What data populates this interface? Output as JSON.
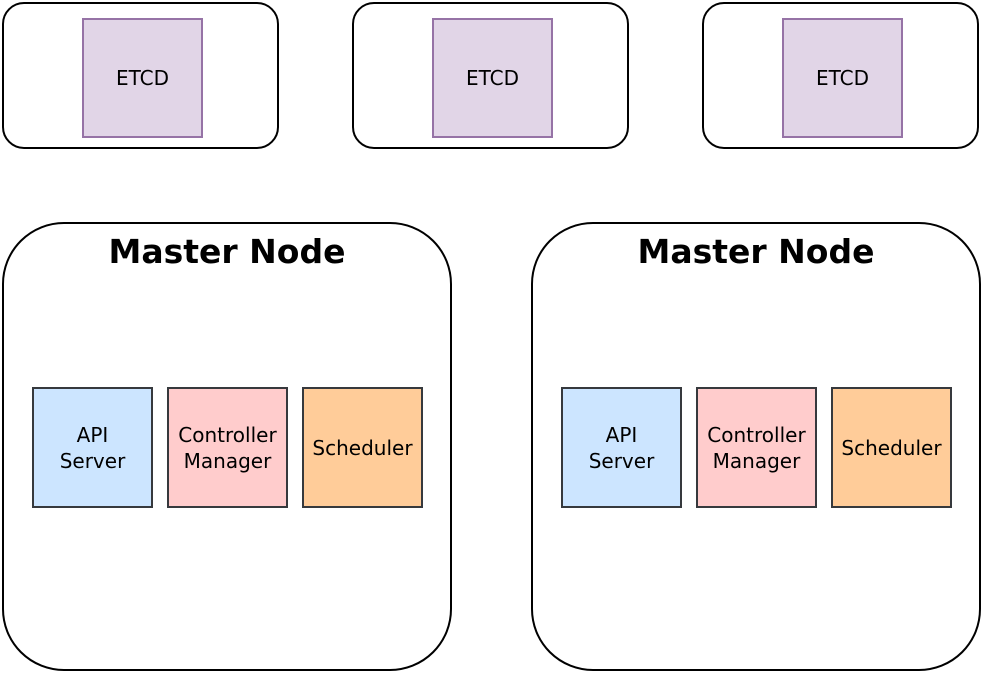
{
  "etcd_nodes": [
    {
      "label": "ETCD"
    },
    {
      "label": "ETCD"
    },
    {
      "label": "ETCD"
    }
  ],
  "master_nodes": [
    {
      "title": "Master Node",
      "components": [
        {
          "label": "API\nServer"
        },
        {
          "label": "Controller\nManager"
        },
        {
          "label": "Scheduler"
        }
      ]
    },
    {
      "title": "Master Node",
      "components": [
        {
          "label": "API\nServer"
        },
        {
          "label": "Controller\nManager"
        },
        {
          "label": "Scheduler"
        }
      ]
    }
  ],
  "colors": {
    "etcd_fill": "#e1d5e7",
    "etcd_border": "#9673a6",
    "api_server_fill": "#cce5ff",
    "controller_manager_fill": "#ffcccc",
    "scheduler_fill": "#ffcc99",
    "component_border": "#36393d"
  }
}
